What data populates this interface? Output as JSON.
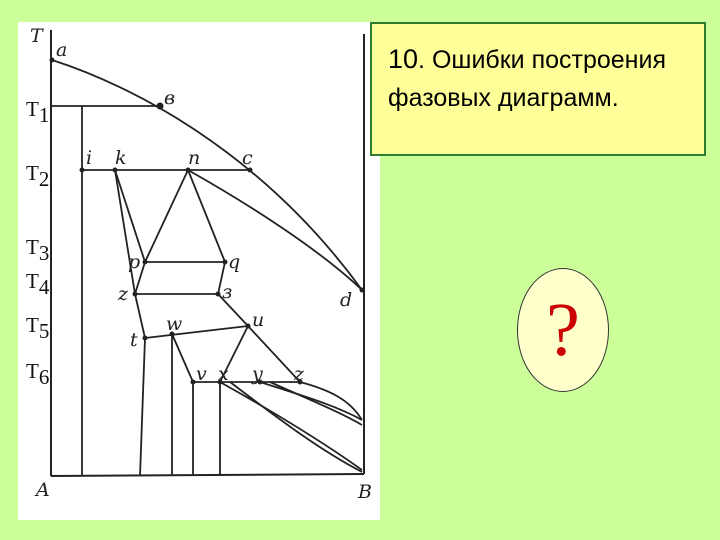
{
  "title": {
    "number": "10",
    "text": ". Ошибки построения фазовых диаграмм."
  },
  "question_mark": "?",
  "axis": {
    "y_label": "T",
    "x_left": "A",
    "x_right": "B"
  },
  "temperature_levels": [
    {
      "base": "T",
      "sub": "1"
    },
    {
      "base": "T",
      "sub": "2"
    },
    {
      "base": "T",
      "sub": "3"
    },
    {
      "base": "T",
      "sub": "4"
    },
    {
      "base": "T",
      "sub": "5"
    },
    {
      "base": "T",
      "sub": "6"
    }
  ],
  "points": {
    "a": "a",
    "b": "в",
    "i": "i",
    "k": "k",
    "n": "n",
    "c": "c",
    "p": "p",
    "q": "q",
    "z_left": "z",
    "s": "з",
    "d": "d",
    "t": "t",
    "w": "w",
    "u": "u",
    "v": "v",
    "x": "x",
    "y": "y",
    "z_right": "z"
  },
  "colors": {
    "background": "#ccff99",
    "title_box": "#ffff99",
    "title_border": "#2e7d32",
    "question_mark": "#cc0000",
    "paper": "#ffffff"
  }
}
